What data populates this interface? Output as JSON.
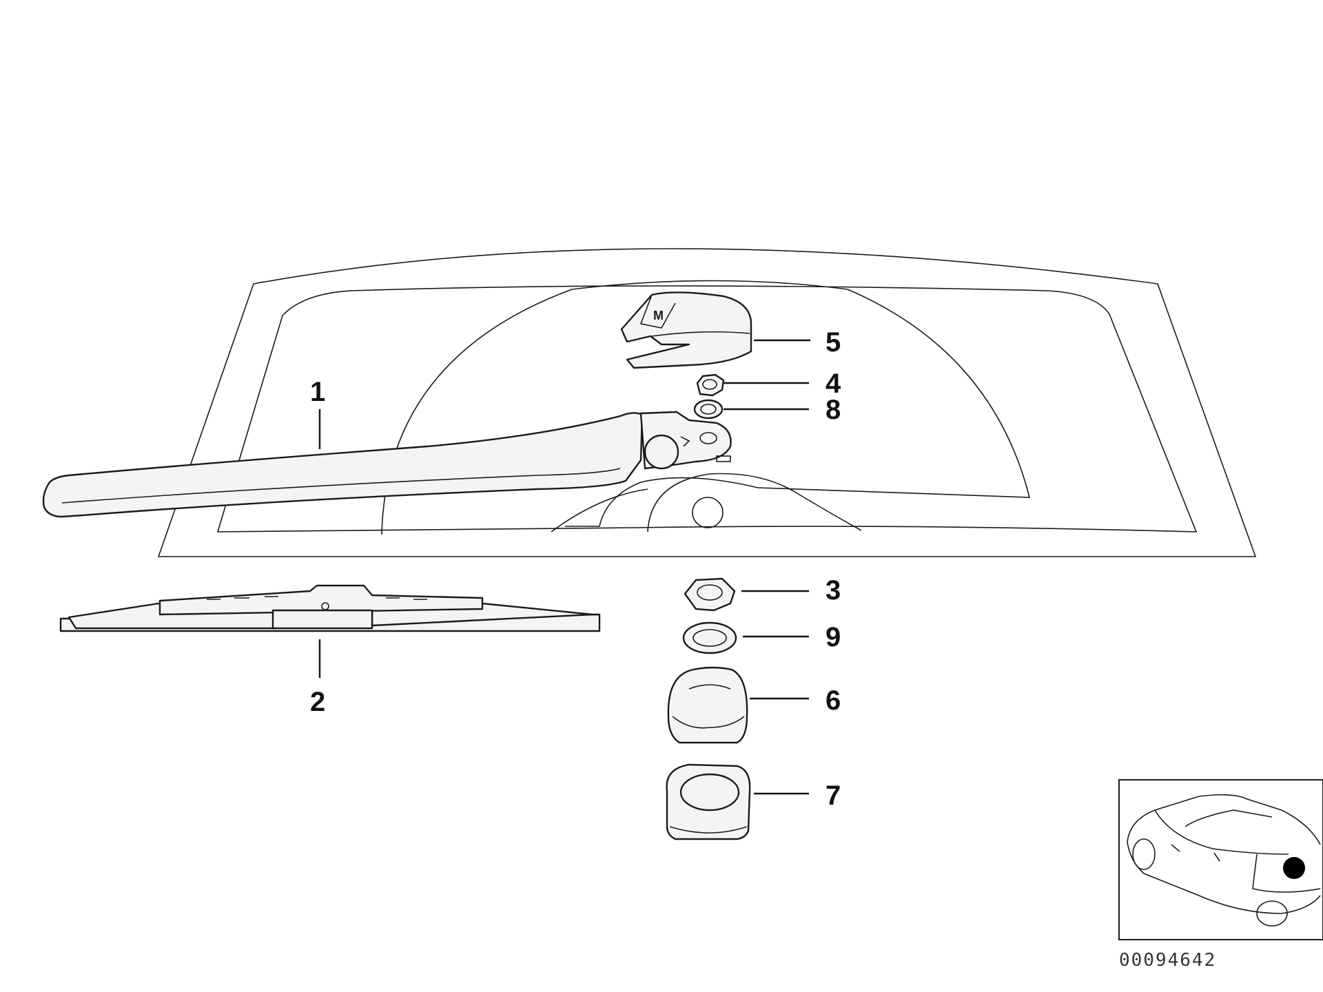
{
  "diagram": {
    "diagram_number": "00094642",
    "callouts": [
      {
        "id": "1",
        "label": "1"
      },
      {
        "id": "2",
        "label": "2"
      },
      {
        "id": "3",
        "label": "3"
      },
      {
        "id": "4",
        "label": "4"
      },
      {
        "id": "5",
        "label": "5"
      },
      {
        "id": "6",
        "label": "6"
      },
      {
        "id": "7",
        "label": "7"
      },
      {
        "id": "8",
        "label": "8"
      },
      {
        "id": "9",
        "label": "9"
      }
    ],
    "line_color": "#1a1a1a",
    "highlight_color": "#000000"
  }
}
